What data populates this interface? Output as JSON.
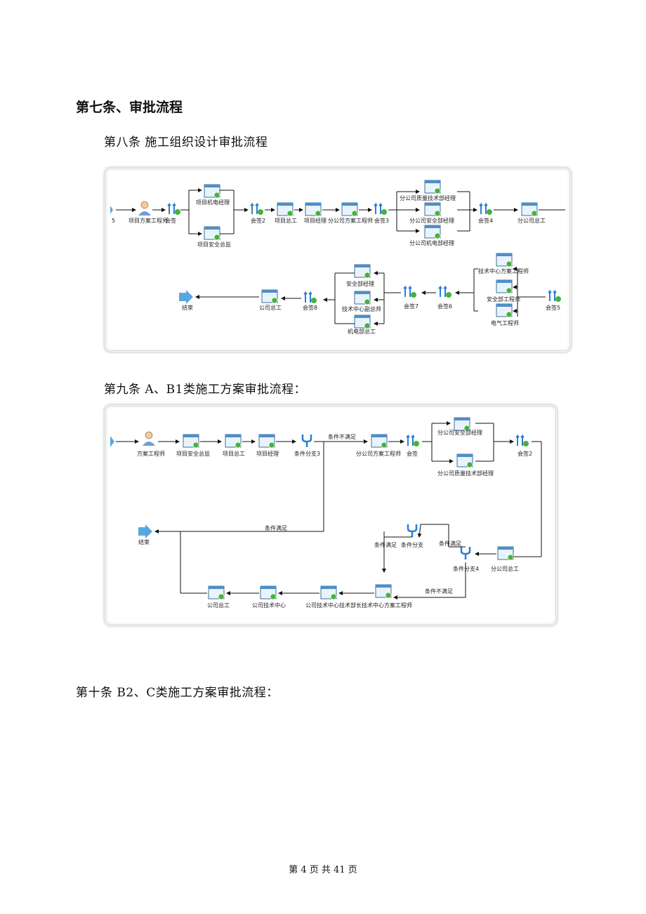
{
  "section_title": "第七条、审批流程",
  "article8": {
    "heading": "第八条  施工组织设计审批流程",
    "nodes": [
      "项目方案工程师",
      "会签",
      "项目机电经理",
      "项目安全总监",
      "会签2",
      "项目总工",
      "项目经理",
      "分公司方案工程师",
      "会签3",
      "分公司质量技术部经理",
      "分公司安全部经理",
      "分公司机电部经理",
      "会签4",
      "分公司总工",
      "技术中心方案工程师",
      "安全部工程师",
      "电气工程师",
      "会签5",
      "会签6",
      "会签7",
      "安全部经理",
      "技术中心副总师",
      "机电部总工",
      "会签8",
      "公司总工",
      "结束"
    ]
  },
  "article9": {
    "heading": "第九条  A、B1类施工方案审批流程：",
    "nodes": [
      "方案工程师",
      "项目安全总监",
      "项目总工",
      "项目经理",
      "条件分支3",
      "条件不满足",
      "分公司方案工程师",
      "会签",
      "分公司安全部经理",
      "分公司质量技术部经理",
      "会签2",
      "条件满足",
      "结束",
      "条件分支",
      "条件满足",
      "条件分支4",
      "分公司总工",
      "条件不满足",
      "条件满足",
      "技术中心方案工程师",
      "公司技术中心技术部长",
      "公司技术中心",
      "公司总工"
    ]
  },
  "article10": {
    "heading": "第十条  B2、C类施工方案审批流程："
  },
  "footer": "第 4 页 共 41 页"
}
